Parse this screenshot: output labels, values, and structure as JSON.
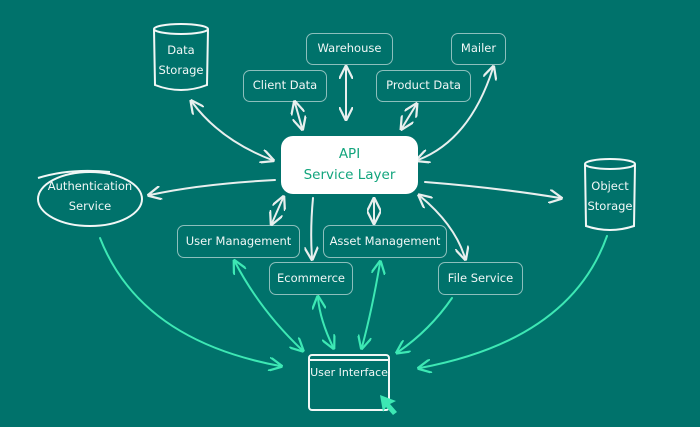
{
  "diagram": {
    "background_color": "#00726b",
    "accent_color": "#3de8b4",
    "api": {
      "line1": "API",
      "line2": "Service Layer"
    },
    "nodes": {
      "data_storage": {
        "line1": "Data",
        "line2": "Storage",
        "shape": "cylinder"
      },
      "warehouse": "Warehouse",
      "mailer": "Mailer",
      "client_data": "Client Data",
      "product_data": "Product Data",
      "auth_service": {
        "line1": "Authentication",
        "line2": "Service",
        "shape": "ellipse"
      },
      "object_storage": {
        "line1": "Object",
        "line2": "Storage",
        "shape": "cylinder"
      },
      "user_management": "User Management",
      "asset_management": "Asset Management",
      "ecommerce": "Ecommerce",
      "file_service": "File Service",
      "user_interface": "User Interface"
    },
    "icons": {
      "cursor": "mouse-pointer-icon"
    }
  }
}
